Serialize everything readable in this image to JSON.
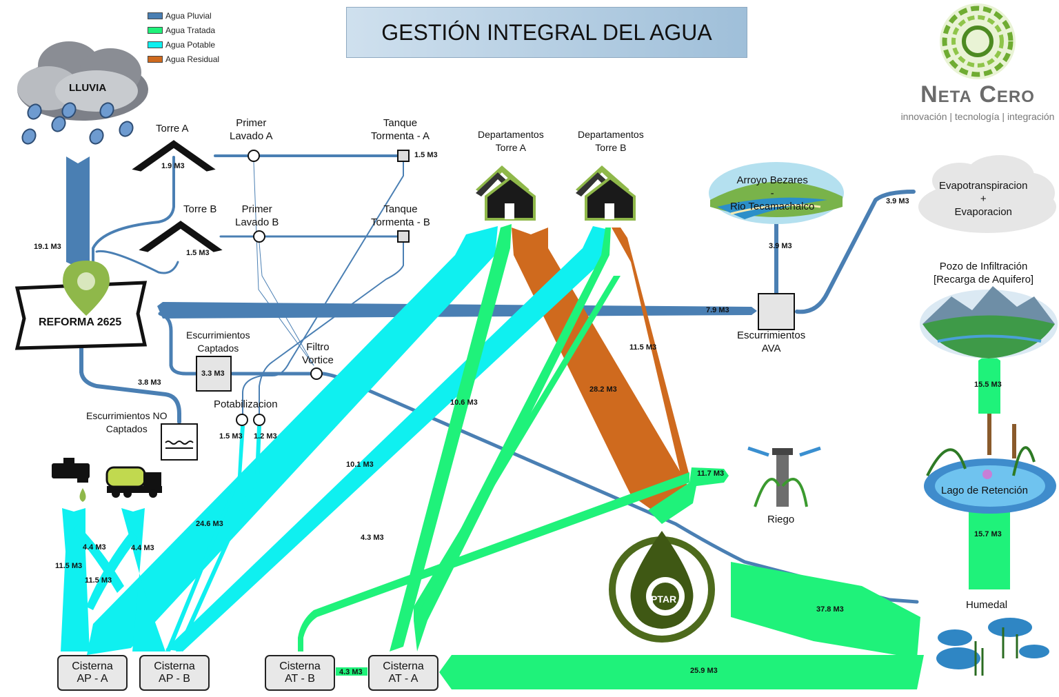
{
  "title": "GESTIÓN INTEGRAL DEL AGUA",
  "legend": [
    {
      "label": "Agua Pluvial",
      "color": "#4a7fb3"
    },
    {
      "label": "Agua Tratada",
      "color": "#1ff27a"
    },
    {
      "label": "Agua Potable",
      "color": "#0ff0f0"
    },
    {
      "label": "Agua Residual",
      "color": "#cf6a1e"
    }
  ],
  "colors": {
    "pluvial": "#4a7fb3",
    "tratada": "#1ff27a",
    "potable": "#0ff0f0",
    "residual": "#cf6a1e"
  },
  "logo": {
    "brand": "Neta Cero",
    "tagline": "innovación | tecnología | integración"
  },
  "nodes": {
    "lluvia": "LLUVIA",
    "reforma": "REFORMA 2625",
    "torre_a": "Torre A",
    "torre_b": "Torre B",
    "primer_lavado_a": "Primer\nLavado A",
    "primer_lavado_b": "Primer\nLavado B",
    "tanque_a": "Tanque\nTormenta - A",
    "tanque_b": "Tanque\nTormenta - B",
    "deptos_a": "Departamentos\nTorre A",
    "deptos_b": "Departamentos\nTorre B",
    "arroyo": "Arroyo Bezares\n-\nRio Tecamachalco",
    "evapo": "Evapotranspiracion\n+\nEvaporacion",
    "pozo": "Pozo de Infiltración\n[Recarga de Aquifero]",
    "esc_captados": "Escurrimientos\nCaptados",
    "filtro": "Filtro\nVortice",
    "esc_ava": "Escurrimientos\nAVA",
    "potabilizacion": "Potabilizacion",
    "esc_no_captados": "Escurrimientos NO\nCaptados",
    "riego": "Riego",
    "lago": "Lago de Retención",
    "ptar": "PTAR",
    "humedal": "Humedal",
    "cisterna_ap_a": "Cisterna\nAP - A",
    "cisterna_ap_b": "Cisterna\nAP - B",
    "cisterna_at_b": "Cisterna\nAT - B",
    "cisterna_at_a": "Cisterna\nAT - A"
  },
  "flows": {
    "torre_a": "1.9 M3",
    "torre_b": "1.5 M3",
    "tanque_a": "1.5 M3",
    "lluvia_reforma": "19.1 M3",
    "reforma_no_captados": "3.8 M3",
    "captados": "3.3 M3",
    "ava": "7.9 M3",
    "arroyo": "3.9 M3",
    "evapo": "3.9 M3",
    "pot_a": "1.5 M3",
    "pot_b": "1.2 M3",
    "residual_b": "11.5 M3",
    "residual_a": "28.2 M3",
    "tratada_a": "10.6 M3",
    "potable_b": "10.1 M3",
    "potable_a": "24.6 M3",
    "tratada_b": "4.3 M3",
    "riego": "11.7 M3",
    "pozo": "15.5 M3",
    "lago": "15.7 M3",
    "humedal": "37.8 M3",
    "cisterna_at_a": "25.9 M3",
    "at_link": "4.3 M3",
    "grifo_a": "11.5 M3",
    "grifo_b": "4.4 M3",
    "pipa_a": "4.4 M3",
    "pipa_b": "11.5 M3"
  }
}
